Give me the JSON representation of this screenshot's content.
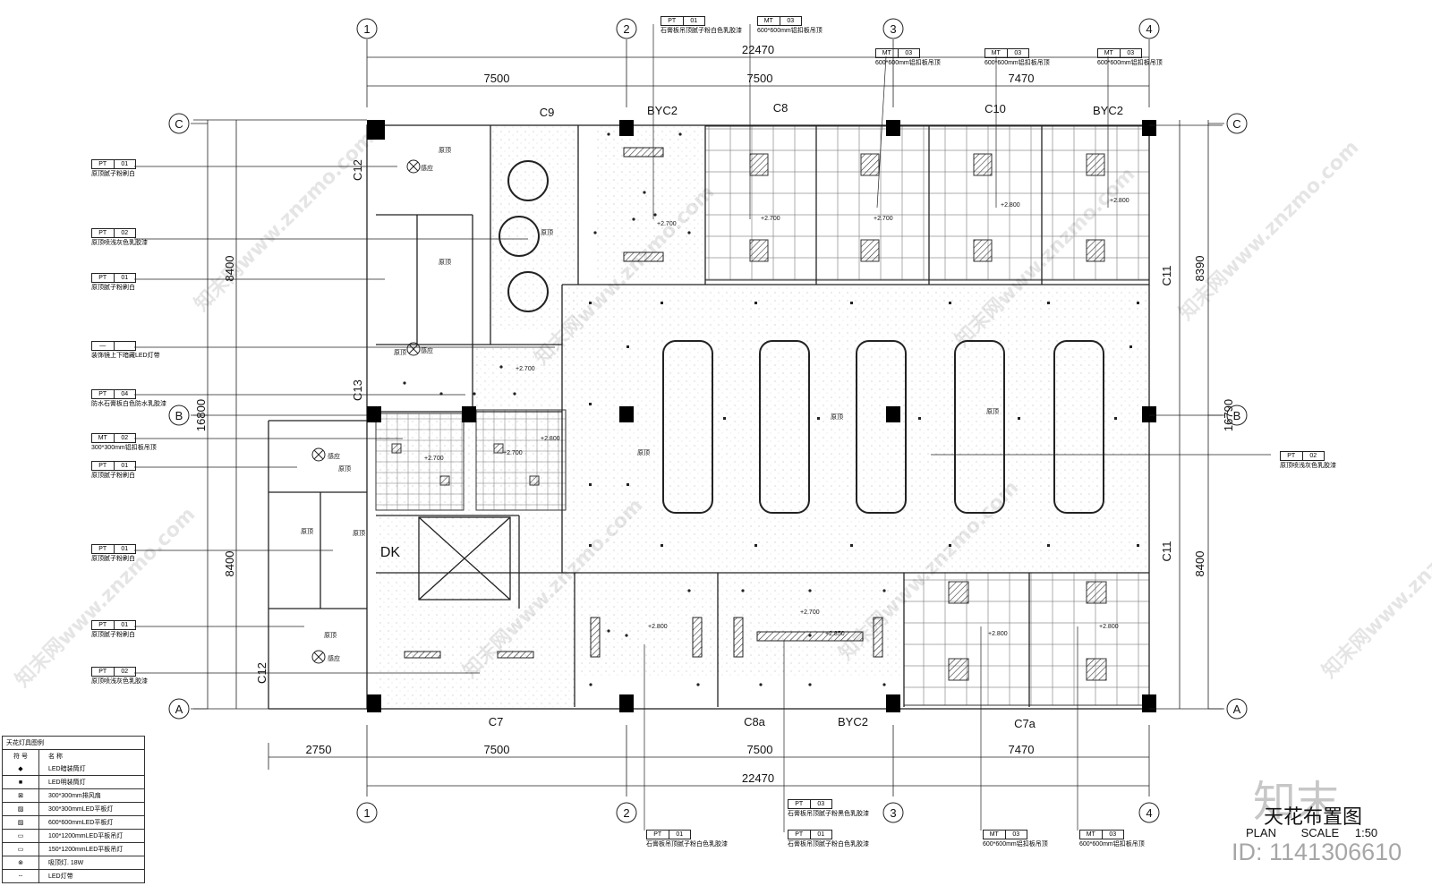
{
  "drawing": {
    "title": "天花布置图",
    "plan_label": "PLAN",
    "scale_label": "SCALE",
    "scale_value": "1:50",
    "brand": "知末",
    "id_text": "ID: 1141306610",
    "watermark": "知末网www.znzmo.com"
  },
  "grid": {
    "columns": [
      "1",
      "2",
      "3",
      "4"
    ],
    "rows": [
      "C",
      "B",
      "A"
    ]
  },
  "dimensions": {
    "top_total": "22470",
    "top_spans": [
      "7500",
      "7500",
      "7470"
    ],
    "bottom_spans": [
      "2750",
      "7500",
      "7500",
      "7470"
    ],
    "bottom_total": "22470",
    "left_spans": [
      "8400",
      "8400"
    ],
    "left_total": "16800",
    "right_spans": [
      "8390",
      "8400"
    ],
    "right_total": "16790"
  },
  "windows": {
    "top": [
      "C9",
      "BYC2",
      "C8",
      "C10",
      "BYC2"
    ],
    "bottom": [
      "C7",
      "C8a",
      "BYC2",
      "C7a"
    ],
    "left": [
      "C12",
      "C13",
      "C12"
    ],
    "right": [
      "C11",
      "C11"
    ]
  },
  "room_labels": {
    "dk": "DK",
    "ceiling": "原顶",
    "sensor": "感应"
  },
  "elevations": [
    "+2.700",
    "+2.700",
    "+2.700",
    "+2.700",
    "+2.800",
    "+2.800",
    "+2.700",
    "+2.700",
    "+2.700",
    "+2.800",
    "+2.800",
    "+2.850",
    "+2.800",
    "+2.800"
  ],
  "left_tags": [
    {
      "code": "PT",
      "num": "01",
      "desc": "原顶腻子粉刷白"
    },
    {
      "code": "PT",
      "num": "02",
      "desc": "原顶喷浅灰色乳胶漆"
    },
    {
      "code": "PT",
      "num": "01",
      "desc": "原顶腻子粉刷白"
    },
    {
      "code": "—",
      "num": "",
      "desc": "装饰镜上下暗藏LED灯带"
    },
    {
      "code": "PT",
      "num": "04",
      "desc": "防水石膏板白色防水乳胶漆"
    },
    {
      "code": "MT",
      "num": "02",
      "desc": "300*300mm铝扣板吊顶"
    },
    {
      "code": "PT",
      "num": "01",
      "desc": "原顶腻子粉刷白"
    },
    {
      "code": "PT",
      "num": "01",
      "desc": "原顶腻子粉刷白"
    },
    {
      "code": "PT",
      "num": "01",
      "desc": "原顶腻子粉刷白"
    },
    {
      "code": "PT",
      "num": "02",
      "desc": "原顶喷浅灰色乳胶漆"
    }
  ],
  "top_tags": [
    {
      "code": "PT",
      "num": "01",
      "desc": "石膏板吊顶腻子粉白色乳胶漆"
    },
    {
      "code": "MT",
      "num": "03",
      "desc": "600*600mm铝扣板吊顶"
    },
    {
      "code": "MT",
      "num": "03",
      "desc": "600*600mm铝扣板吊顶"
    },
    {
      "code": "MT",
      "num": "03",
      "desc": "600*600mm铝扣板吊顶"
    },
    {
      "code": "MT",
      "num": "03",
      "desc": "600*600mm铝扣板吊顶"
    }
  ],
  "right_tag": {
    "code": "PT",
    "num": "02",
    "desc": "原顶喷浅灰色乳胶漆"
  },
  "bottom_tags": [
    {
      "code": "PT",
      "num": "01",
      "desc": "石膏板吊顶腻子粉白色乳胶漆"
    },
    {
      "code": "PT",
      "num": "03",
      "desc": "石膏板吊顶腻子粉黑色乳胶漆"
    },
    {
      "code": "PT",
      "num": "01",
      "desc": "石膏板吊顶腻子粉白色乳胶漆"
    },
    {
      "code": "MT",
      "num": "03",
      "desc": "600*600mm铝扣板吊顶"
    },
    {
      "code": "MT",
      "num": "03",
      "desc": "600*600mm铝扣板吊顶"
    }
  ],
  "legend": {
    "title": "天花灯具图例",
    "header_symbol": "符 号",
    "header_name": "名 称",
    "items": [
      {
        "symbol": "◆",
        "name": "LED暗装筒灯"
      },
      {
        "symbol": "■",
        "name": "LED明装筒灯"
      },
      {
        "symbol": "⊠",
        "name": "300*300mm排风扇"
      },
      {
        "symbol": "▨",
        "name": "300*300mmLED平板灯"
      },
      {
        "symbol": "▨",
        "name": "600*600mmLED平板灯"
      },
      {
        "symbol": "▭",
        "name": "100*1200mmLED平板吊灯"
      },
      {
        "symbol": "▭",
        "name": "150*1200mmLED平板吊灯"
      },
      {
        "symbol": "⊗",
        "name": "吸顶灯. 18W"
      },
      {
        "symbol": "┄",
        "name": "LED灯带"
      }
    ]
  }
}
